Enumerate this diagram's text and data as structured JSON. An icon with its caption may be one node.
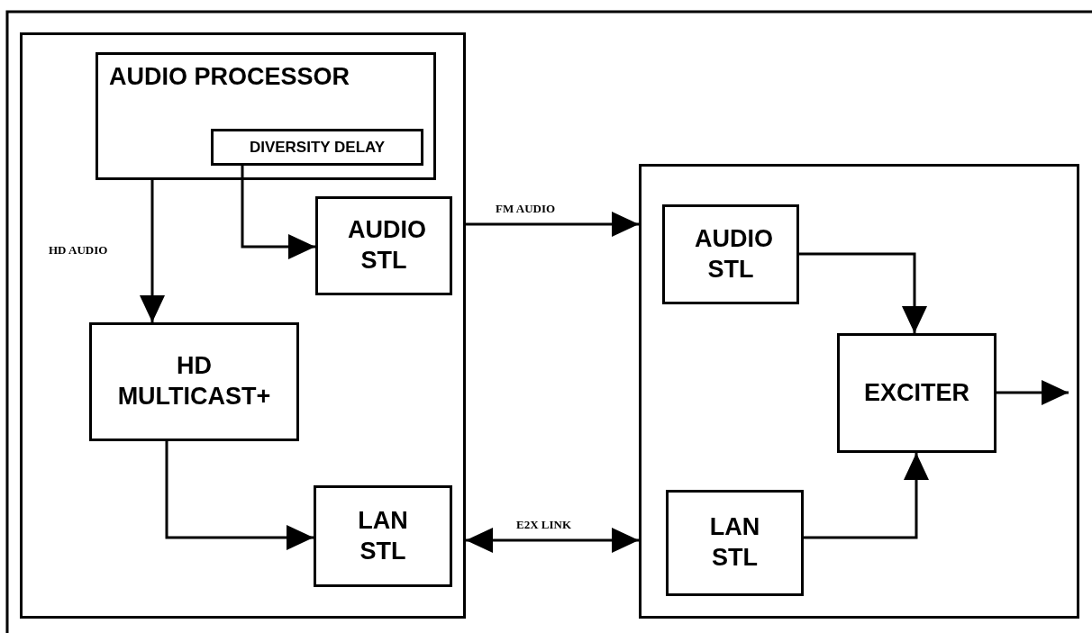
{
  "diagram": {
    "nodes": [
      {
        "text": [],
        "shape": "box"
      },
      {
        "text": [
          "AUDIO PROCESSOR"
        ],
        "in": 0
      },
      {
        "text": [
          "DIVERSITY DELAY"
        ],
        "in": 1
      },
      {
        "text": [
          "AUDIO STL"
        ],
        "in": 0
      },
      {
        "text": [
          "HD MULTICAST+"
        ],
        "in": 0
      },
      {
        "text": [
          "LAN STL"
        ],
        "in": 0
      },
      {
        "text": [],
        "shape": "box"
      },
      {
        "text": [
          "AUDIO STL"
        ],
        "in": 6
      },
      {
        "text": [
          "EXCITER"
        ],
        "in": 6
      },
      {
        "text": [
          "LAN STL"
        ],
        "in": 6
      }
    ],
    "edges": [
      {
        "from": 1,
        "to": 4,
        "arrow": "to",
        "label": "HD AUDIO"
      },
      {
        "from": 2,
        "to": 3,
        "arrow": "to"
      },
      {
        "from": 0,
        "to": 6,
        "arrow": "to",
        "label": "FM AUDIO"
      },
      {
        "from": 0,
        "to": 6,
        "arrow": "both",
        "label": "E2X LINK"
      },
      {
        "from": 4,
        "to": 5,
        "arrow": "to"
      },
      {
        "from": 7,
        "to": 8,
        "arrow": "to"
      },
      {
        "from": 9,
        "to": 8,
        "arrow": "to"
      },
      {
        "from": 8,
        "to": null,
        "arrow": "to"
      }
    ]
  }
}
